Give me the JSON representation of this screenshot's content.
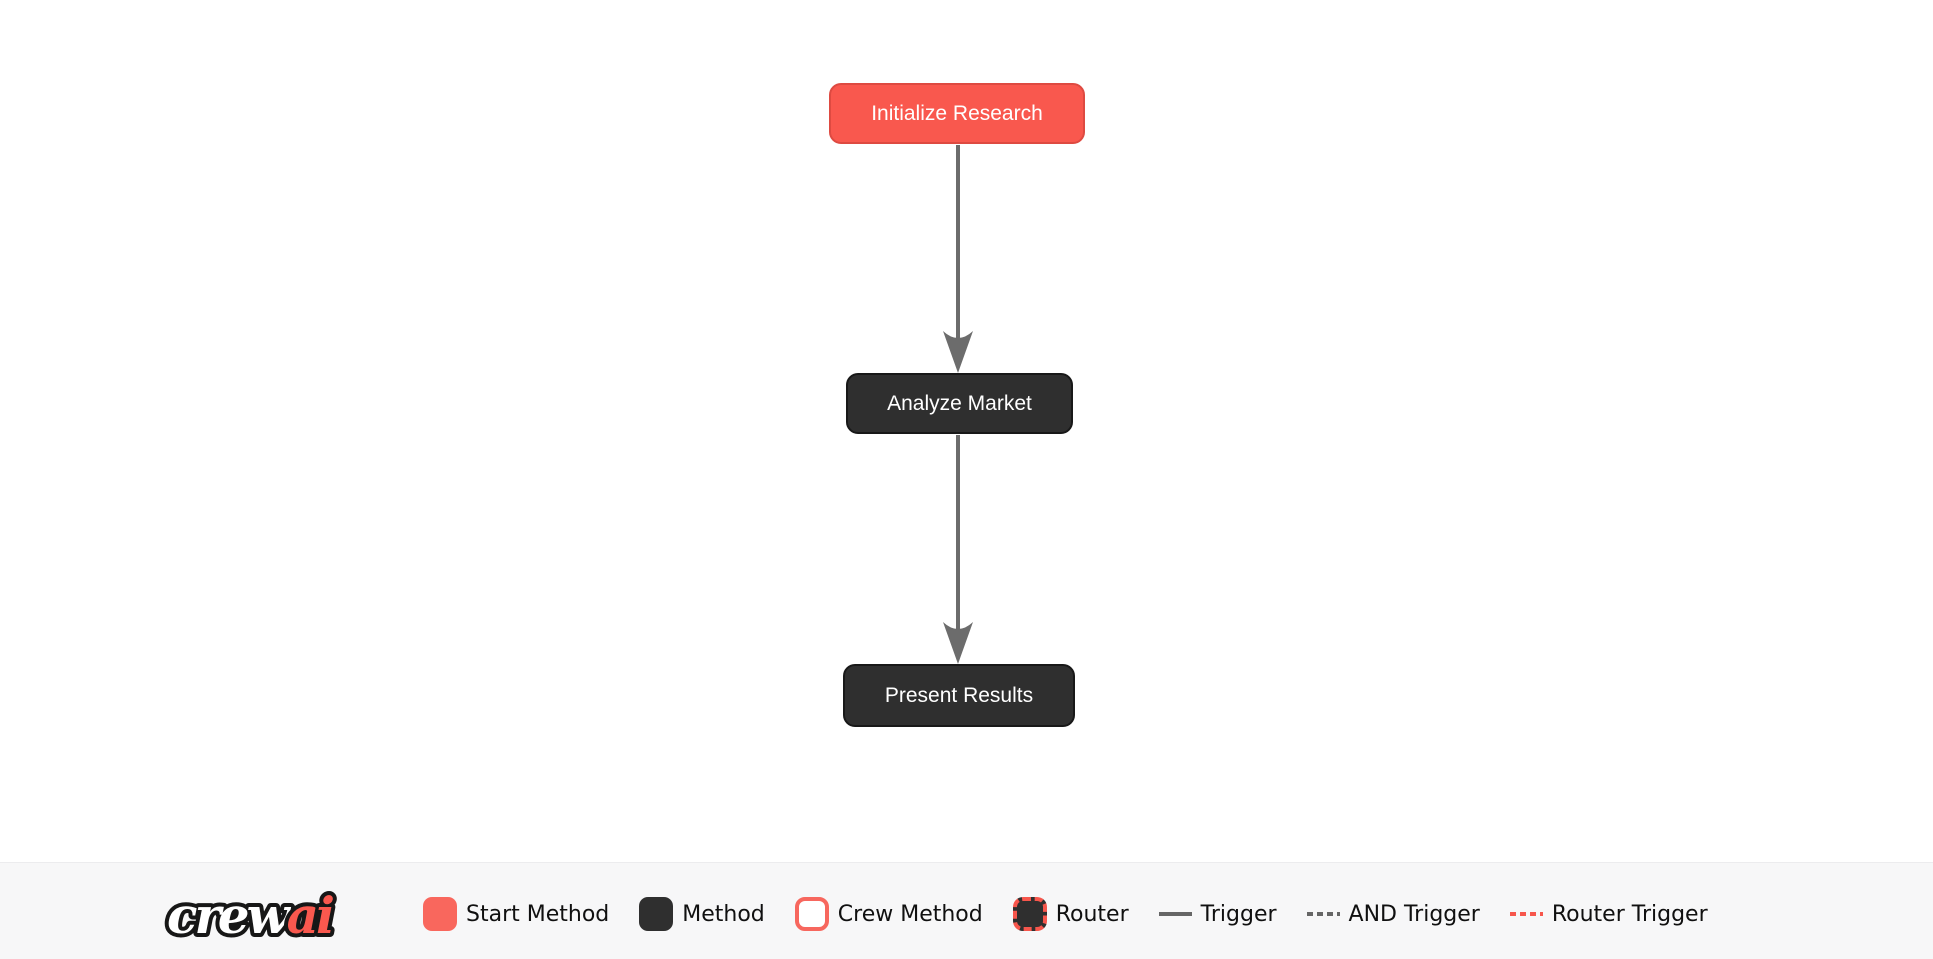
{
  "flow": {
    "nodes": [
      {
        "label": "Initialize Research",
        "type": "start-method"
      },
      {
        "label": "Analyze Market",
        "type": "method"
      },
      {
        "label": "Present Results",
        "type": "method"
      }
    ],
    "edges": [
      {
        "from": "Initialize Research",
        "to": "Analyze Market",
        "type": "trigger"
      },
      {
        "from": "Analyze Market",
        "to": "Present Results",
        "type": "trigger"
      }
    ]
  },
  "legend": {
    "logo": {
      "word1": "crew",
      "word2": "ai"
    },
    "items": [
      {
        "label": "Start Method",
        "swatch": "start-method-swatch"
      },
      {
        "label": "Method",
        "swatch": "method-swatch"
      },
      {
        "label": "Crew Method",
        "swatch": "crew-method-swatch"
      },
      {
        "label": "Router",
        "swatch": "router-swatch"
      },
      {
        "label": "Trigger",
        "swatch": "trigger-line"
      },
      {
        "label": "AND Trigger",
        "swatch": "and-trigger-line"
      },
      {
        "label": "Router Trigger",
        "swatch": "router-trigger-line"
      }
    ]
  },
  "colors": {
    "start_method": "#F9584E",
    "start_method_border": "#DE4A41",
    "method": "#2F2F2F",
    "crew_method_border": "#F7675E",
    "router_border": "#F7564C",
    "edge": "#6C6C6C",
    "legend_background": "#F7F7F8",
    "canvas_background": "#FFFFFF",
    "node_text": "#FFFFFF",
    "legend_text": "#101010"
  }
}
